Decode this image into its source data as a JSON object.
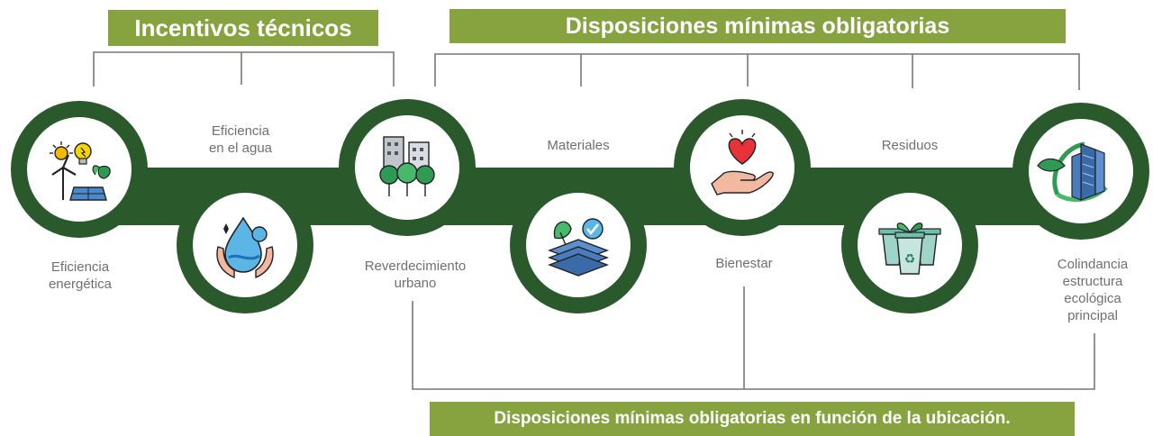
{
  "banners": {
    "incentivos": "Incentivos técnicos",
    "minimas": "Disposiciones mínimas obligatorias",
    "ubicacion": "Disposiciones mínimas obligatorias en función de la ubicación."
  },
  "nodes": [
    {
      "name": "eficiencia-energetica",
      "icon": "renewable-energy-icon",
      "label": [
        "Eficiencia",
        "energética"
      ]
    },
    {
      "name": "eficiencia-agua",
      "icon": "water-drop-hands-icon",
      "label": [
        "Eficiencia",
        "en el agua"
      ]
    },
    {
      "name": "reverdecimiento-urbano",
      "icon": "city-trees-icon",
      "label": [
        "Reverdecimiento",
        "urbano"
      ]
    },
    {
      "name": "materiales",
      "icon": "sustainable-materials-icon",
      "label": [
        "Materiales"
      ]
    },
    {
      "name": "bienestar",
      "icon": "heart-hand-icon",
      "label": [
        "Bienestar"
      ]
    },
    {
      "name": "residuos",
      "icon": "recycling-bins-icon",
      "label": [
        "Residuos"
      ]
    },
    {
      "name": "colindancia",
      "icon": "green-building-leaf-icon",
      "label": [
        "Colindancia",
        "estructura",
        "ecológica",
        "principal"
      ]
    }
  ],
  "colors": {
    "ring": "#2a5a2c",
    "banner": "#86a33f",
    "connector": "#777777",
    "label": "#707070"
  }
}
